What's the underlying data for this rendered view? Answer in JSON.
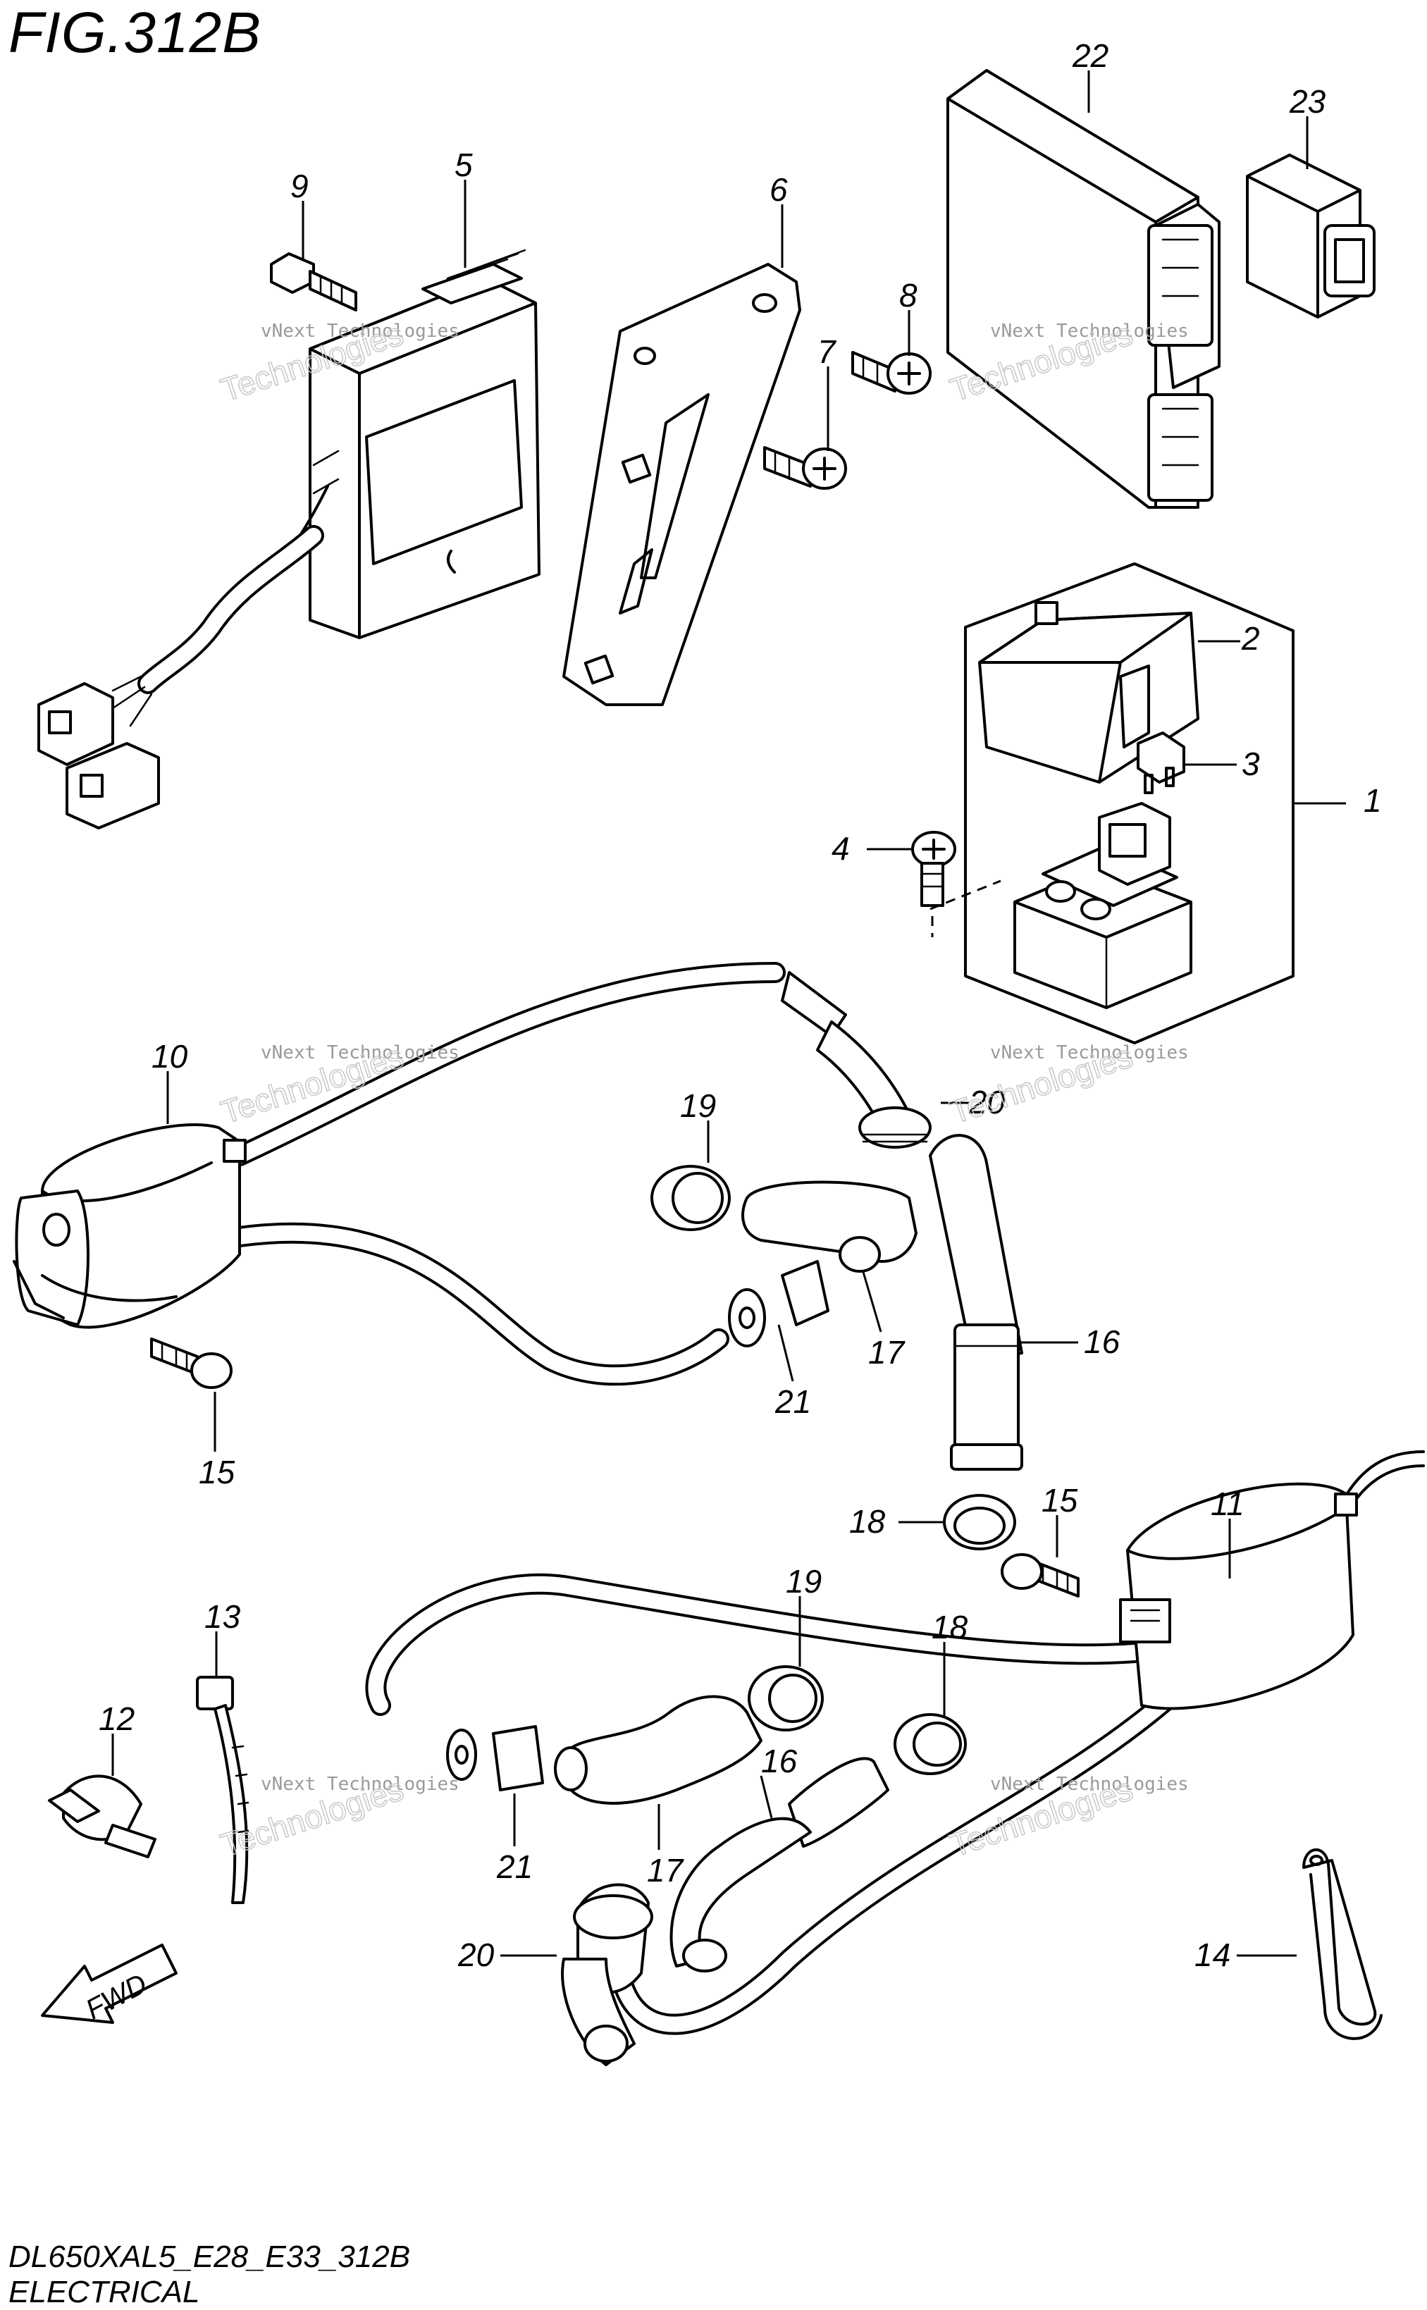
{
  "figure": {
    "title": "FIG.312B",
    "model_code": "DL650XAL5_E28_E33_312B",
    "section": "ELECTRICAL",
    "direction_label": "FWD"
  },
  "watermark": {
    "line1": "vNext Technologies",
    "line2": "Technologies"
  },
  "callouts": [
    "1",
    "2",
    "3",
    "4",
    "5",
    "6",
    "7",
    "8",
    "9",
    "10",
    "11",
    "12",
    "13",
    "14",
    "15",
    "15",
    "16",
    "16",
    "17",
    "17",
    "18",
    "18",
    "19",
    "19",
    "20",
    "20",
    "21",
    "21",
    "22",
    "23"
  ],
  "icons": {
    "direction_arrow": "fwd-arrow-icon"
  }
}
